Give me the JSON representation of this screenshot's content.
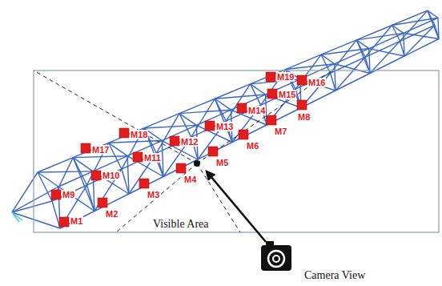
{
  "diagram": {
    "labels": [
      "M1",
      "M2",
      "M3",
      "M4",
      "M5",
      "M6",
      "M7",
      "M8",
      "M9",
      "M10",
      "M11",
      "M12",
      "M13",
      "M14",
      "M15",
      "M16",
      "M17",
      "M18",
      "M19",
      "Visible Area",
      "Camera View"
    ]
  }
}
